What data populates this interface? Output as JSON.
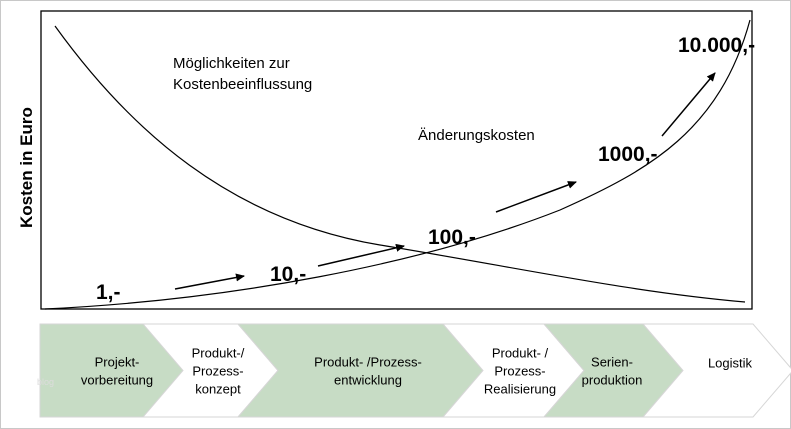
{
  "axis": {
    "ylabel": "Kosten in Euro"
  },
  "annotations": {
    "moeglichkeiten": [
      "Möglichkeiten zur",
      "Kostenbeeinflussung"
    ],
    "aenderungskosten": "Änderungskosten"
  },
  "cost_labels": [
    "1,-",
    "10,-",
    "100,-",
    "1000,-",
    "10.000,-"
  ],
  "phases": [
    {
      "lines": [
        "Projekt-",
        "vorbereitung"
      ],
      "highlighted": true
    },
    {
      "lines": [
        "Produkt-/",
        "Prozess-",
        "konzept"
      ],
      "highlighted": false
    },
    {
      "lines": [
        "Produkt- /Prozess-",
        "entwicklung"
      ],
      "highlighted": true
    },
    {
      "lines": [
        "Produkt- /",
        "Prozess-",
        "Realisierung"
      ],
      "highlighted": false
    },
    {
      "lines": [
        "Serien-",
        "produktion"
      ],
      "highlighted": true
    },
    {
      "lines": [
        "Logistik"
      ],
      "highlighted": false
    }
  ],
  "colors": {
    "highlight": "#c7dcc5",
    "plain": "#ffffff",
    "stroke": "#d6d6d6"
  },
  "watermark": "blog"
}
